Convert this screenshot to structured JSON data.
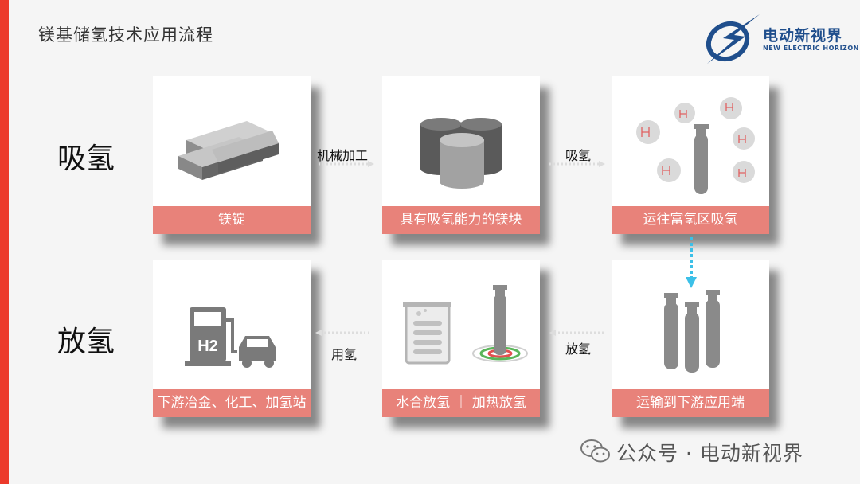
{
  "title": "镁基储氢技术应用流程",
  "logo": {
    "cn": "电动新视界",
    "en": "NEW ELECTRIC HORIZON"
  },
  "row_labels": {
    "absorb": "吸氢",
    "release": "放氢"
  },
  "cards": [
    {
      "caption": "镁锭"
    },
    {
      "caption": "具有吸氢能力的镁块"
    },
    {
      "caption": "运往富氢区吸氢"
    },
    {
      "caption": "运输到下游应用端"
    },
    {
      "caption": "水合放氢 ｜ 加热放氢"
    },
    {
      "caption": "下游冶金、化工、加氢站"
    }
  ],
  "arrows": {
    "machining": "机械加工",
    "absorb": "吸氢",
    "release": "放氢",
    "use": "用氢"
  },
  "h2_label": "H2",
  "watermark": "公众号 · 电动新视界",
  "colors": {
    "accent_red": "#ec3a2b",
    "caption_bg": "#e8827a",
    "arrow_cyan": "#3cc0e8",
    "logo_blue": "#1f4e8c"
  }
}
